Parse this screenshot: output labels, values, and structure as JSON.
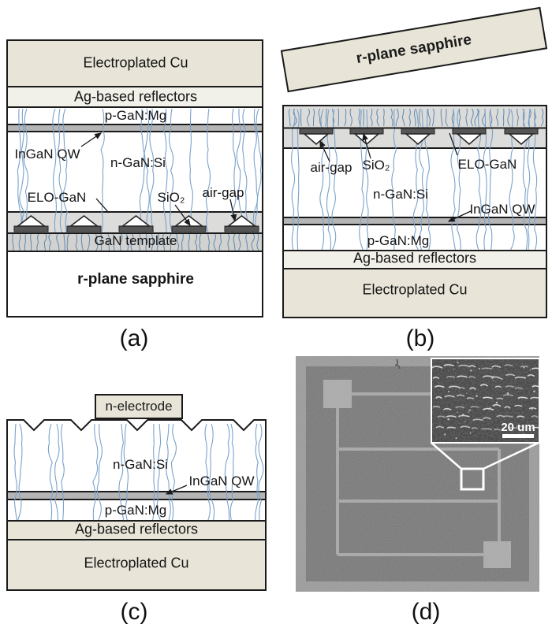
{
  "figure": {
    "description": "LED wafer-transfer process schematic with SEM micrograph"
  },
  "colors": {
    "ink": "#1a1a1a",
    "beige": "#e8e5d8",
    "ag": "#f2f1e9",
    "qw": "#b5b5b5",
    "elo": "#dcdcda",
    "sio2": "#565656",
    "template": "#d2d2d0",
    "blue": "#7aa2ca",
    "blue_dark": "#6189ae",
    "sem_base": "#9a9a9a",
    "sem_inner": "#767676",
    "sem_line": "#a7a7a7",
    "sem_pad": "#ababab",
    "sem_inset_bg": "#3e3e3e",
    "white": "#ffffff"
  },
  "panel_a": {
    "caption": "(a)",
    "layers": {
      "cu": "Electroplated Cu",
      "ag": "Ag-based reflectors",
      "pgan": "p-GaN:Mg",
      "ngan": "n-GaN:Si",
      "template": "GaN template",
      "sapphire": "r-plane sapphire"
    },
    "annotations": {
      "qw": "InGaN QW",
      "elo": "ELO-GaN",
      "sio2": "SiO₂",
      "airgap": "air-gap"
    }
  },
  "panel_b": {
    "caption": "(b)",
    "sapphire": "r-plane sapphire",
    "layers": {
      "ngan": "n-GaN:Si",
      "pgan": "p-GaN:Mg",
      "ag": "Ag-based reflectors",
      "cu": "Electroplated Cu"
    },
    "annotations": {
      "airgap": "air-gap",
      "sio2": "SiO₂",
      "elo": "ELO-GaN",
      "qw": "InGaN QW"
    }
  },
  "panel_c": {
    "caption": "(c)",
    "electrode": "n-electrode",
    "layers": {
      "ngan": "n-GaN:Si",
      "pgan": "p-GaN:Mg",
      "ag": "Ag-based reflectors",
      "cu": "Electroplated Cu"
    },
    "annotations": {
      "qw": "InGaN QW"
    }
  },
  "panel_d": {
    "caption": "(d)",
    "scale_bar": "20 um"
  }
}
